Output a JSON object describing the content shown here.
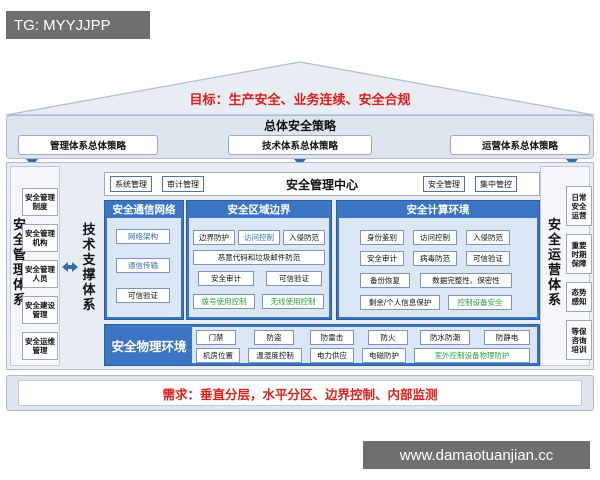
{
  "watermark_top": "TG: MYYJJPP",
  "watermark_bottom": "www.damaotuanjian.cc",
  "roof": {
    "goal": "目标：生产安全、业务连续、安全合规"
  },
  "strategy": {
    "title": "总体安全策略",
    "items": [
      "管理体系总体策略",
      "技术体系总体策略",
      "运营体系总体策略"
    ]
  },
  "left_column": {
    "title": "安全管理体系",
    "items": [
      "安全管理制度",
      "安全管理机构",
      "安全管理人员",
      "安全建设管理",
      "安全运维管理"
    ]
  },
  "tech_column": {
    "title": "技术支撑体系"
  },
  "center": {
    "title": "安全管理中心",
    "left_pills": [
      "系统管理",
      "审计管理"
    ],
    "right_pills": [
      "安全管理",
      "集中管控"
    ]
  },
  "network_panel": {
    "title": "安全通信网络",
    "items": [
      "网络架构",
      "通信传输",
      "可信验证"
    ]
  },
  "boundary_panel": {
    "title": "安全区域边界",
    "row1": [
      "边界防护",
      "访问控制",
      "入侵防范"
    ],
    "row2": "恶意代码和垃圾邮件防范",
    "row3": [
      "安全审计",
      "可信验证"
    ],
    "row4": [
      "拨号使用控制",
      "无线使用控制"
    ]
  },
  "compute_panel": {
    "title": "安全计算环境",
    "row1": [
      "身份鉴别",
      "访问控制",
      "入侵防范"
    ],
    "row2": [
      "安全审计",
      "病毒防范",
      "可信验证"
    ],
    "row3": [
      "备份恢复",
      "数据完整性、保密性"
    ],
    "row4": [
      "剩余/个人信息保护",
      "控制设备安全"
    ]
  },
  "physical_panel": {
    "title": "安全物理环境",
    "row1": [
      "门禁",
      "防盗",
      "防雷击",
      "防火",
      "防水防潮",
      "防静电"
    ],
    "row2": [
      "机房位置",
      "温湿度控制",
      "电力供应",
      "电磁防护",
      "室外控制设备物理防护"
    ]
  },
  "right_column": {
    "title": "安全运营体系",
    "items": [
      "日常安全运营",
      "重要时期保障",
      "态势感知",
      "等保咨询培训"
    ]
  },
  "requirement": {
    "text": "需求：垂直分层，水平分区、边界控制、内部监测"
  },
  "colors": {
    "accent_red": "#e0201c",
    "panel_blue": "#3b76c4",
    "link_blue": "#2f6cb0",
    "green": "#2ea043"
  }
}
